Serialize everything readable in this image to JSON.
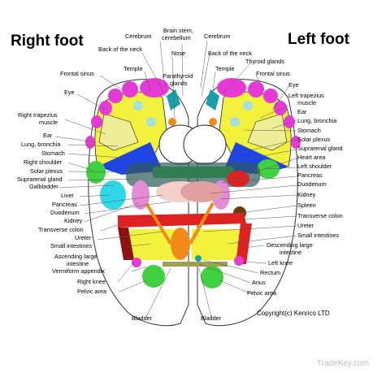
{
  "titles": {
    "right": "Right foot",
    "left": "Left foot"
  },
  "copyright": "Copyright(c) Kenrico LTD",
  "watermark": "TradeKey.com",
  "labels": {
    "cerebrum_r": "Cerebrum",
    "brain_stem_1": "Brain stem,",
    "brain_stem_2": "cerebellum",
    "cerebrum_l": "Cerebrum",
    "back_neck_r": "Back of the neck",
    "nose": "Nose",
    "back_neck_l": "Back of the neck",
    "thyroid": "Thyroid glands",
    "temple_r": "Temple",
    "parathyroid_1": "Parathyroid",
    "parathyroid_2": "glands",
    "temple_l": "Temple",
    "frontal_r": "Frontal sinus",
    "frontal_l": "Frontal sinus",
    "eye_r": "Eye",
    "eye_l": "Eye",
    "trap_r_1": "Right trapezius",
    "trap_r_2": "muscle",
    "trap_l_1": "Left trapezius",
    "trap_l_2": "muscle",
    "ear_l": "Ear",
    "lung_l": "Lung, bronchia",
    "ear_r": "Ear",
    "stomach_l": "Stomach",
    "lung_r": "Lung, bronchia",
    "solar_l": "Solar plexus",
    "stomach_r": "Stomach",
    "supra_l": "Suprarenal gland",
    "right_shoulder": "Right shoulder",
    "heart": "Heart area",
    "solar_r": "Solar plexus",
    "left_shoulder": "Left shoulder",
    "supra_r": "Suprarenal gland",
    "pancreas_l": "Pancreas",
    "galbladder": "Galbladder",
    "duodenum_l": "Duodenum",
    "liver": "Liver",
    "kidney_l": "Kidney",
    "pancreas_r": "Pancreas",
    "spleen": "Spleen",
    "duodenum_r": "Duodenum",
    "transverse_l": "Transverse colon",
    "kidney_r": "Kidney",
    "ureter_l": "Ureter",
    "transverse_r": "Transverse colon",
    "small_int_l": "Small intestines",
    "ureter_r": "Ureter",
    "desc_1": "Descending large",
    "desc_2": "intestine",
    "small_int_r": "Small intestines",
    "asc_1": "Ascending large",
    "asc_2": "intestine",
    "left_knee": "Left knee",
    "vermiform": "Vermiform appendix",
    "rectum": "Rectum",
    "anus": "Anus",
    "right_knee": "Right knee",
    "pelvic_l": "Pelvic area",
    "pelvic_r": "Pelvic area",
    "bladder_r": "Bladder",
    "bladder_l": "Bladder"
  },
  "colors": {
    "magenta": "#e63ad6",
    "yellow": "#f2f23c",
    "lightyellow": "#eeee99",
    "green": "#3fd13f",
    "cyan": "#2fd8e8",
    "blue": "#1f44e6",
    "orange": "#f28a1a",
    "red": "#dd2222",
    "darkred": "#8f1111",
    "pink": "#e58bd5",
    "brown": "#6b3a10",
    "teal": "#1aa0aa",
    "palepink": "#f2cfc7",
    "rose": "#e0a0a0",
    "olive": "#a0a050"
  }
}
